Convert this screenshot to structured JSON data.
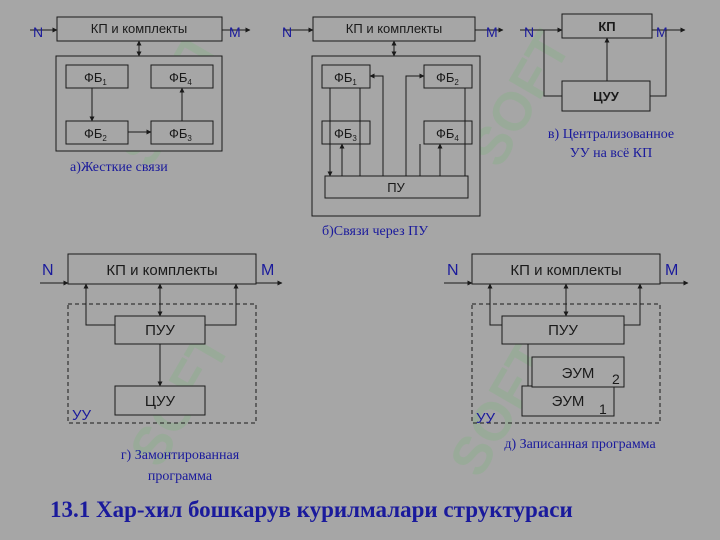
{
  "labels": {
    "kp_full": "КП и комплекты",
    "kp": "КП",
    "n": "N",
    "m": "M",
    "fb": "ФБ",
    "pu": "ПУ",
    "puu": "ПУУ",
    "tsuu": "ЦУУ",
    "eum": "ЭУМ",
    "uu": "УУ",
    "idx": [
      "1",
      "2",
      "3",
      "4"
    ]
  },
  "captions": {
    "a": "а)Жесткие связи",
    "b": "б)Связи через ПУ",
    "v_line1": "в) Централизованное",
    "v_line2": "УУ на всё КП",
    "g_line1": "г) Замонтированная",
    "g_line2": "программа",
    "d": "д) Записанная программа"
  },
  "title": "13.1 Хар-хил бошкарув курилмалари структураси",
  "watermark": "SOFT"
}
